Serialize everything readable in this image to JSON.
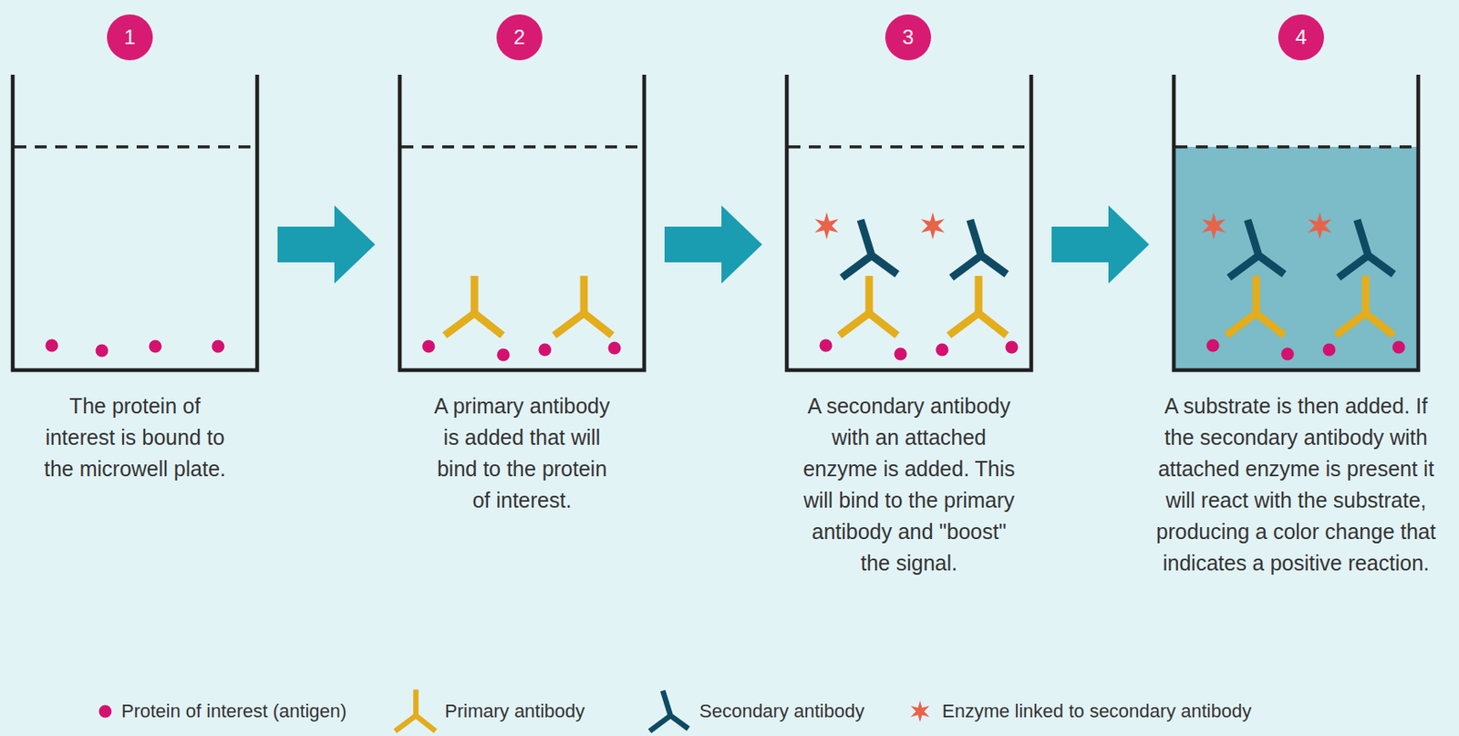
{
  "diagram": {
    "nodes": [
      {
        "text": [
          "1"
        ]
      },
      {
        "text": [
          "The protein of interest is bound to the microwell plate."
        ]
      },
      {
        "text": [
          "2"
        ]
      },
      {
        "text": [
          "A primary antibody is added that will bind to the protein of interest."
        ]
      },
      {
        "text": [
          "3"
        ]
      },
      {
        "text": [
          "A secondary antibody with an attached enzyme is added. This will bind to the primary antibody and \"boost\" the signal."
        ]
      },
      {
        "text": [
          "4"
        ]
      },
      {
        "text": [
          "A substrate is then added. If the secondary antibody with attached enzyme is present it will react with the substrate, producing a color change that indicates a positive reaction."
        ]
      }
    ],
    "edges": [
      {
        "from": 1,
        "to": 3,
        "arrow": "to"
      },
      {
        "from": 3,
        "to": 5,
        "arrow": "to"
      },
      {
        "from": 5,
        "to": 7,
        "arrow": "to"
      }
    ],
    "legend": [
      {
        "text": "Protein of interest (antigen)"
      },
      {
        "text": "Primary antibody"
      },
      {
        "text": "Secondary antibody"
      },
      {
        "text": "Enzyme linked to secondary antibody"
      }
    ]
  }
}
